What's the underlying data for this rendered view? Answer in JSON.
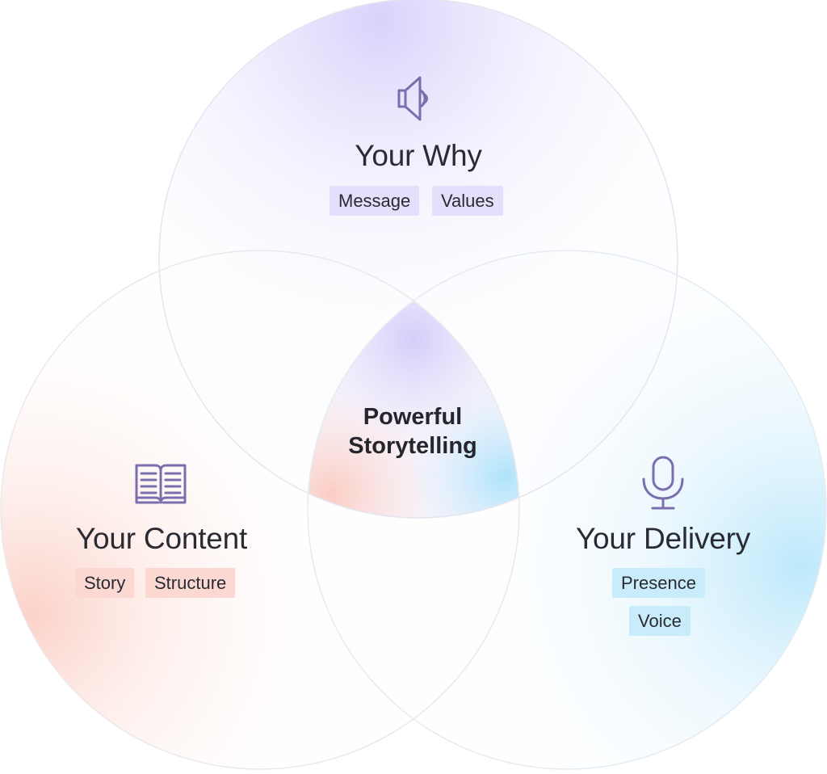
{
  "diagram": {
    "center": {
      "line1": "Powerful",
      "line2": "Storytelling"
    },
    "circles": [
      {
        "id": "why",
        "title": "Your Why",
        "icon": "speaker-icon",
        "tags": [
          "Message",
          "Values"
        ],
        "color": "#d9d4fb"
      },
      {
        "id": "content",
        "title": "Your Content",
        "icon": "book-icon",
        "tags": [
          "Story",
          "Structure"
        ],
        "color": "#fbcfc5"
      },
      {
        "id": "delivery",
        "title": "Your Delivery",
        "icon": "microphone-icon",
        "tags": [
          "Presence",
          "Voice"
        ],
        "color": "#bfe9fb"
      }
    ],
    "icon_color": "#7a6fad"
  }
}
